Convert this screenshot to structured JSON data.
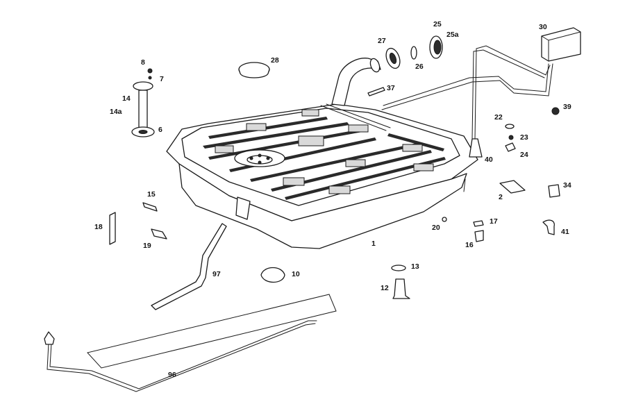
{
  "callouts": {
    "p1": "1",
    "p2": "2",
    "p6": "6",
    "p7": "7",
    "p8": "8",
    "p10": "10",
    "p12": "12",
    "p13": "13",
    "p14": "14",
    "p14a": "14a",
    "p15": "15",
    "p16": "16",
    "p17": "17",
    "p18": "18",
    "p19": "19",
    "p20": "20",
    "p22": "22",
    "p23": "23",
    "p24": "24",
    "p25": "25",
    "p25a": "25a",
    "p26": "26",
    "p27": "27",
    "p28": "28",
    "p30": "30",
    "p34": "34",
    "p37": "37",
    "p39": "39",
    "p40": "40",
    "p41": "41",
    "p96": "96",
    "p97": "97"
  },
  "colors": {
    "line": "#1a1a1a",
    "background": "#ffffff"
  }
}
